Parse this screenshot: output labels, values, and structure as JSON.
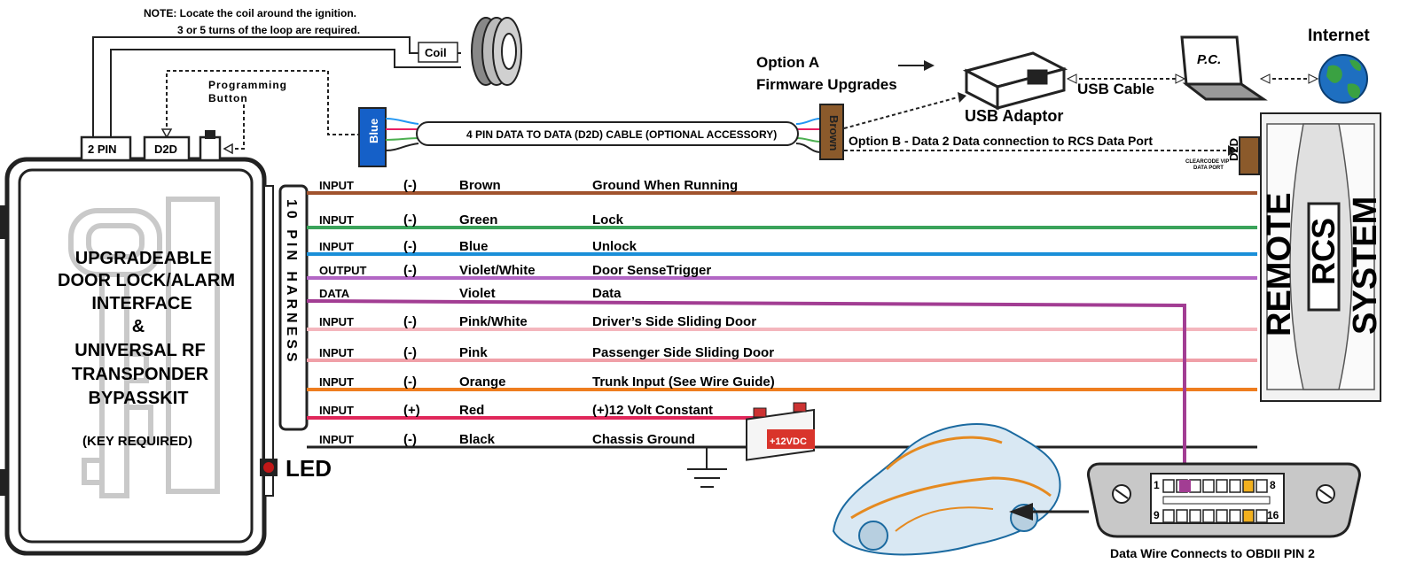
{
  "note_line1": "NOTE: Locate the coil around the ignition.",
  "note_line2": "3 or 5 turns of the loop are required.",
  "coil_label": "Coil",
  "programming_label_1": "Programming",
  "programming_label_2": "Button",
  "port_2pin": "2 PIN",
  "port_d2d": "D2D",
  "module_lines": [
    "UPGRADEABLE",
    "DOOR LOCK/ALARM",
    "INTERFACE",
    "&",
    "UNIVERSAL RF",
    "TRANSPONDER",
    "BYPASSKIT"
  ],
  "module_key_note": "(KEY REQUIRED)",
  "harness_label": "10 PIN HARNESS",
  "led_label": "LED",
  "blue_connector": "Blue",
  "brown_connector": "Brown",
  "d2d_cable_label": "4 PIN DATA TO DATA (D2D) CABLE (OPTIONAL ACCESSORY)",
  "option_a_1": "Option A",
  "option_a_2": "Firmware Upgrades",
  "usb_adaptor": "USB Adaptor",
  "usb_cable": "USB Cable",
  "pc_label": "P.C.",
  "internet_label": "Internet",
  "option_b": "Option B - Data 2 Data connection to RCS Data Port",
  "clearcode_1": "CLEARCODE VIP",
  "clearcode_2": "DATA PORT",
  "rcs_d2d": "D2D",
  "remote_label": "REMOTE",
  "rcs_label": "RCS",
  "system_label": "SYSTEM",
  "battery_label": "+12VDC",
  "obd_caption": "Data Wire Connects to OBDII PIN 2",
  "obd_pin_labels": [
    "1",
    "8",
    "9",
    "16"
  ],
  "wires": [
    {
      "type": "INPUT",
      "polarity": "(-)",
      "color": "Brown",
      "function": "Ground When Running",
      "hex": "#a0522d"
    },
    {
      "type": "INPUT",
      "polarity": "(-)",
      "color": "Green",
      "function": "Lock",
      "hex": "#3aa35a"
    },
    {
      "type": "INPUT",
      "polarity": "(-)",
      "color": "Blue",
      "function": "Unlock",
      "hex": "#1a8fd8"
    },
    {
      "type": "OUTPUT",
      "polarity": "(-)",
      "color": "Violet/White",
      "function": "Door SenseTrigger",
      "hex": "#b266c4"
    },
    {
      "type": "DATA",
      "polarity": "",
      "color": "Violet",
      "function": "Data",
      "hex": "#a23d93"
    },
    {
      "type": "INPUT",
      "polarity": "(-)",
      "color": "Pink/White",
      "function": "Driver’s Side Sliding Door",
      "hex": "#f4b6bd"
    },
    {
      "type": "INPUT",
      "polarity": "(-)",
      "color": "Pink",
      "function": "Passenger Side Sliding Door",
      "hex": "#f0a0a8"
    },
    {
      "type": "INPUT",
      "polarity": "(-)",
      "color": "Orange",
      "function": "Trunk Input (See Wire Guide)",
      "hex": "#ee7d1f"
    },
    {
      "type": "INPUT",
      "polarity": "(+)",
      "color": "Red",
      "function": "(+)12 Volt Constant",
      "hex": "#e0275a"
    },
    {
      "type": "INPUT",
      "polarity": "(-)",
      "color": "Black",
      "function": "Chassis Ground",
      "hex": "#222222"
    }
  ]
}
